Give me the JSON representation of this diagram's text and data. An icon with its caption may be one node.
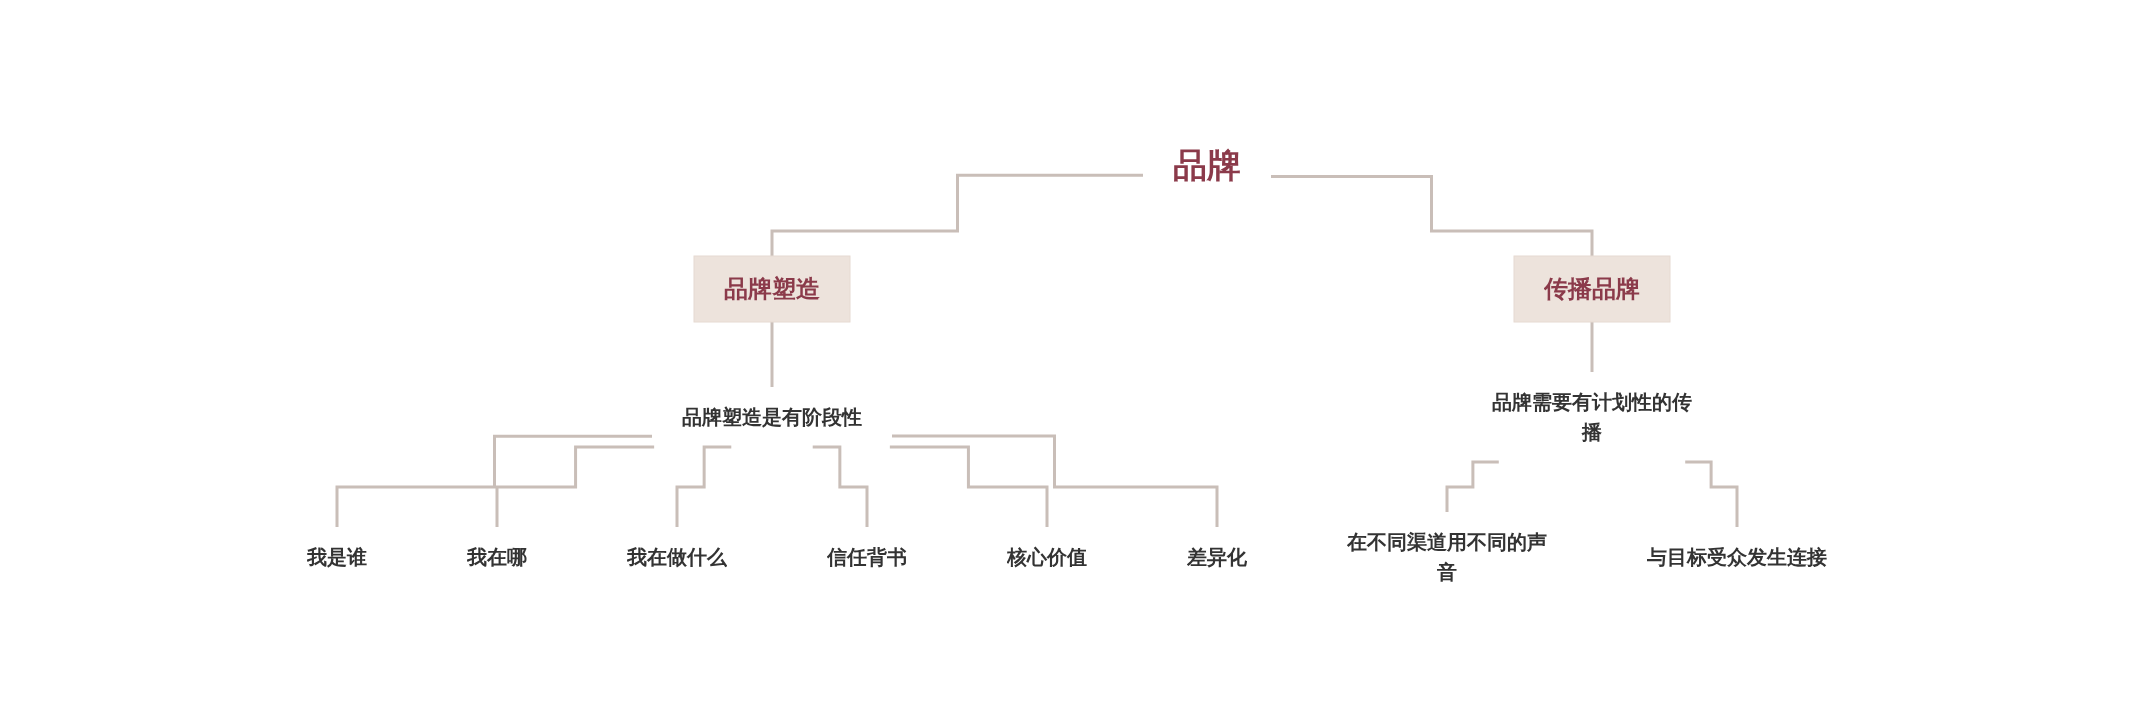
{
  "diagram": {
    "nodes": [
      {
        "text": [
          "品牌"
        ]
      },
      {
        "text": [
          "品牌塑造"
        ]
      },
      {
        "text": [
          "传播品牌"
        ]
      },
      {
        "text": [
          "品牌塑造是有阶段性"
        ]
      },
      {
        "text": [
          "我是谁"
        ]
      },
      {
        "text": [
          "我在哪"
        ]
      },
      {
        "text": [
          "我在做什么"
        ]
      },
      {
        "text": [
          "信任背书"
        ]
      },
      {
        "text": [
          "核心价值"
        ]
      },
      {
        "text": [
          "差异化"
        ]
      },
      {
        "text": [
          "品牌需要有计划性的传播"
        ]
      },
      {
        "text": [
          "在不同渠道用不同的声音"
        ]
      },
      {
        "text": [
          "与目标受众发生连接"
        ]
      }
    ],
    "edges": [
      {
        "from": 0,
        "to": 1,
        "arrow": "none"
      },
      {
        "from": 0,
        "to": 2,
        "arrow": "none"
      },
      {
        "from": 1,
        "to": 3,
        "arrow": "none"
      },
      {
        "from": 3,
        "to": 4,
        "arrow": "none"
      },
      {
        "from": 3,
        "to": 5,
        "arrow": "none"
      },
      {
        "from": 3,
        "to": 6,
        "arrow": "none"
      },
      {
        "from": 3,
        "to": 7,
        "arrow": "none"
      },
      {
        "from": 3,
        "to": 8,
        "arrow": "none"
      },
      {
        "from": 3,
        "to": 9,
        "arrow": "none"
      },
      {
        "from": 2,
        "to": 10,
        "arrow": "none"
      },
      {
        "from": 10,
        "to": 11,
        "arrow": "none"
      },
      {
        "from": 10,
        "to": 12,
        "arrow": "none"
      }
    ]
  }
}
